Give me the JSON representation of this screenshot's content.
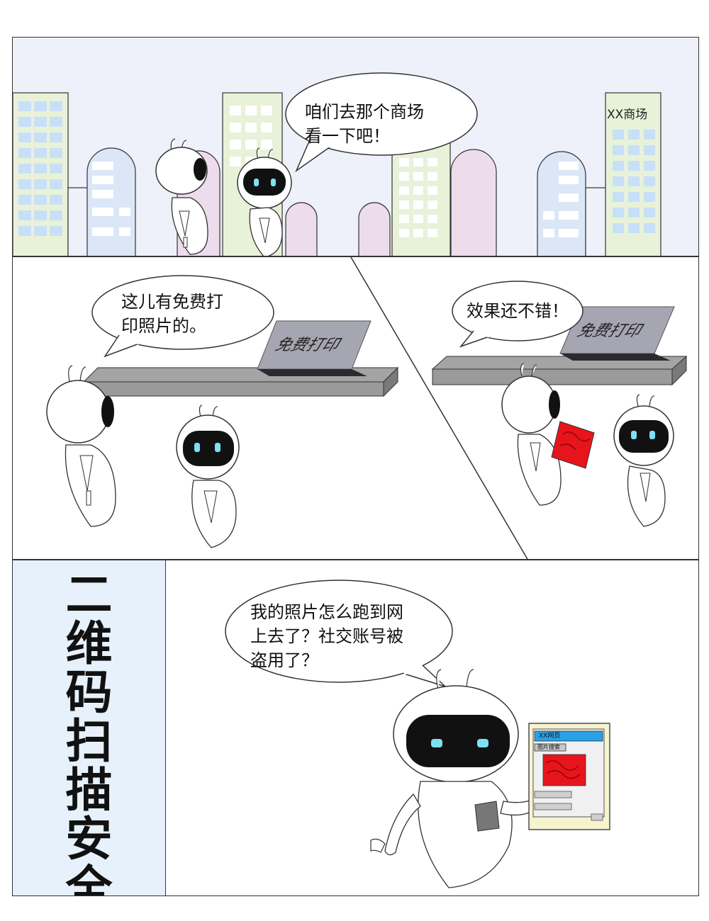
{
  "panel1": {
    "speech": "咱们去那个商场\n看一下吧！",
    "mall_sign": "XX商场"
  },
  "panel2": {
    "speech": "这儿有免费打\n印照片的。",
    "sign": "免费打印"
  },
  "panel3": {
    "speech": "效果还不错！",
    "sign": "免费打印"
  },
  "panel4": {
    "title_chars": [
      "二",
      "维",
      "码",
      "扫",
      "描",
      "安",
      "全"
    ],
    "speech": "我的照片怎么跑到网\n上去了？社交账号被\n盗用了？",
    "webpage_title": "XX网页",
    "webpage_tab": "图片搜索"
  },
  "colors": {
    "building_blue": "#dbe7f7",
    "building_green": "#e7f2d8",
    "building_pink": "#ecdcec",
    "window_blue": "#c8e0f7",
    "robot_face": "#111111",
    "robot_eye": "#7ee0f5",
    "photo_red": "#e8141c",
    "title_bg": "#e6f1fb"
  }
}
